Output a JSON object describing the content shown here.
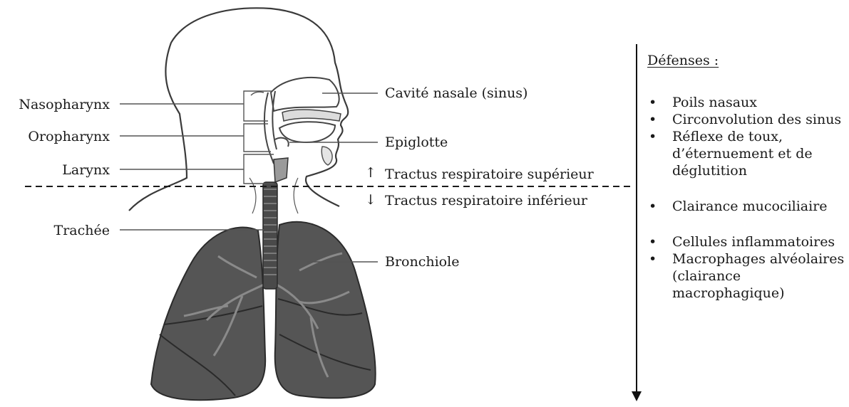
{
  "labels": {
    "left": [
      "Nasopharynx",
      "Oropharynx",
      "Larynx",
      "Trachée"
    ],
    "right": [
      "Cavité nasale (sinus)",
      "Epiglotte",
      "Bronchiole"
    ],
    "tract_upper": "Tractus respiratoire supérieur",
    "tract_lower": "Tractus respiratoire inférieur",
    "arrow_up": "↑",
    "arrow_down": "↓"
  },
  "defenses": {
    "title": "Défenses :",
    "items": [
      "Poils nasaux",
      "Circonvolution des sinus",
      "Réflexe de toux, d’éternuement et de déglutition",
      "Clairance mucociliaire",
      "Cellules inflammatoires",
      "Macrophages alvéolaires (clairance macrophagique)"
    ]
  },
  "colors": {
    "lung_fill": "#555555",
    "lung_dark": "#333333",
    "line": "#222222"
  }
}
